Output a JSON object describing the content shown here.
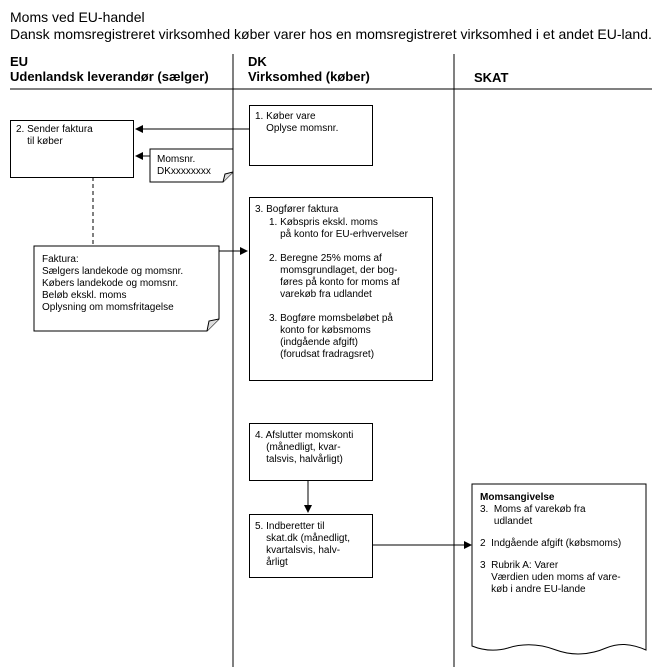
{
  "title": "Moms ved EU-handel",
  "subtitle": "Dansk momsregistreret virksomhed køber varer hos en momsregistreret virksomhed i et andet EU-land.",
  "lanes": {
    "eu": {
      "line1": "EU",
      "line2": "Udenlandsk leverandør (sælger)"
    },
    "dk": {
      "line1": "DK",
      "line2": "Virksomhed (køber)"
    },
    "skat": {
      "line1": "SKAT"
    }
  },
  "boxes": {
    "send_invoice": [
      "2. Sender faktura",
      "    til køber"
    ],
    "buy_goods": [
      "1. Køber vare",
      "    Oplyse momsnr."
    ],
    "vat_note": [
      "Momsnr.",
      "DKxxxxxxxx"
    ],
    "invoice_doc": [
      "Faktura:",
      "Sælgers landekode og momsnr.",
      "Købers landekode og momsnr.",
      "Beløb ekskl. moms",
      "Oplysning om momsfritagelse"
    ],
    "bookkeeping": {
      "heading": "3. Bogfører faktura",
      "items": [
        [
          "1. Købspris ekskl. moms",
          "    på konto for EU-erhvervelser"
        ],
        [
          "2. Beregne 25% moms af",
          "    momsgrundlaget, der bog-",
          "    føres på konto for moms af",
          "    varekøb fra udlandet"
        ],
        [
          "3. Bogføre momsbeløbet på",
          "    konto for købsmoms",
          "    (indgående afgift)",
          "    (forudsat fradragsret)"
        ]
      ]
    },
    "close_accounts": [
      "4. Afslutter momskonti",
      "    (månedligt, kvar-",
      "    talsvis, halvårligt)"
    ],
    "report": [
      "5. Indberetter til",
      "    skat.dk (månedligt,",
      "    kvartalsvis, halv-",
      "    årligt"
    ],
    "momsangivelse": {
      "heading": "Momsangivelse",
      "items": [
        [
          "3.  Moms af varekøb fra",
          "     udlandet"
        ],
        [
          "2  Indgående afgift (købsmoms)"
        ],
        [
          "3  Rubrik A: Varer",
          "    Værdien uden moms af vare-",
          "    køb i andre EU-lande"
        ]
      ]
    }
  }
}
